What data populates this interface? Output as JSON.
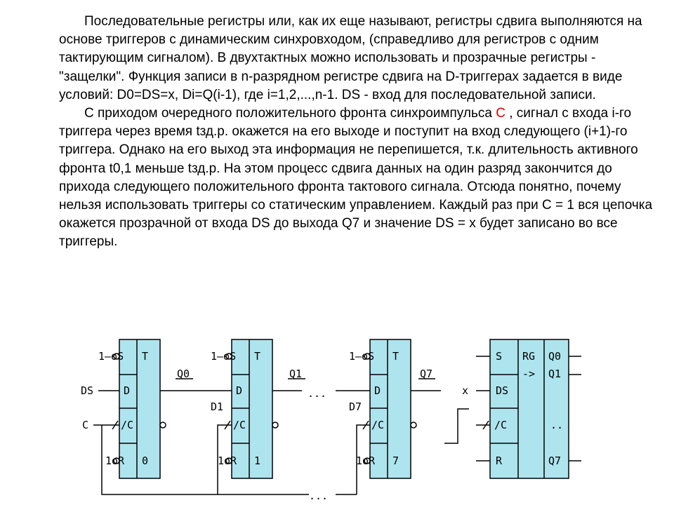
{
  "paragraph1": "Последовательные регистры или, как их еще называют, регистры сдвига выполняются на основе триггеров с динамическим синхровходом, (справедливо для регистров с одним тактирующим сигналом). В двухтактных можно использовать и прозрачные регистры - \"защелки\". Функция записи в n-разрядном регистре сдвига на D-триггерах задается в виде условий: D0=DS=x, Di=Q(i-1), где i=1,2,...,n-1. DS - вход для последовательной записи.",
  "paragraph2": {
    "before": "С приходом очередного положительного фронта синхроимпульса ",
    "highlight": "С",
    "after": " , сигнал с входа i-го триггера через время tзд.р. окажется на его выходе и поступит на вход следующего (i+1)-го триггера. Однако на его выход эта информация не перепишется, т.к. длительность активного фронта t0,1 меньше tзд.р. На этом процесс сдвига данных на один разряд закончится до прихода следующего положительного фронта тактового сигнала. Отсюда понятно, почему нельзя использовать триггеры со статическим управлением. Каждый раз при С = 1 вся цепочка окажется прозрачной от входа DS до выхода Q7 и значение DS = x будет записано во все триггеры."
  },
  "colors": {
    "block_fill": "#aee4ee",
    "highlight": "#e00000"
  },
  "diagram": {
    "ff0": {
      "s_label": "1–oS",
      "t_label": "T",
      "d_label": "D",
      "c_label": "/C",
      "r_label": "1oR",
      "num_label": "0",
      "out_label": "Q0"
    },
    "ff1": {
      "s_label": "1–oS",
      "t_label": "T",
      "d_label": "D",
      "c_label": "/C",
      "r_label": "1oR",
      "num_label": "1",
      "out_label": "Q1",
      "in_label": "D1"
    },
    "ff7": {
      "s_label": "1–oS",
      "t_label": "T",
      "d_label": "D",
      "c_label": "/C",
      "r_label": "1oR",
      "num_label": "7",
      "out_label": "Q7",
      "in_label": "D7"
    },
    "ds_label": "DS",
    "c_label": "C",
    "ellipsis": "...",
    "reg": {
      "s_label": "S",
      "ds_label": "DS",
      "c_label": "/C",
      "r_label": "R",
      "rg_label": "RG",
      "arrow_label": "->",
      "q0_label": "Q0",
      "q1_label": "Q1",
      "dots_label": "..",
      "q7_label": "Q7",
      "x_label": "x"
    }
  }
}
